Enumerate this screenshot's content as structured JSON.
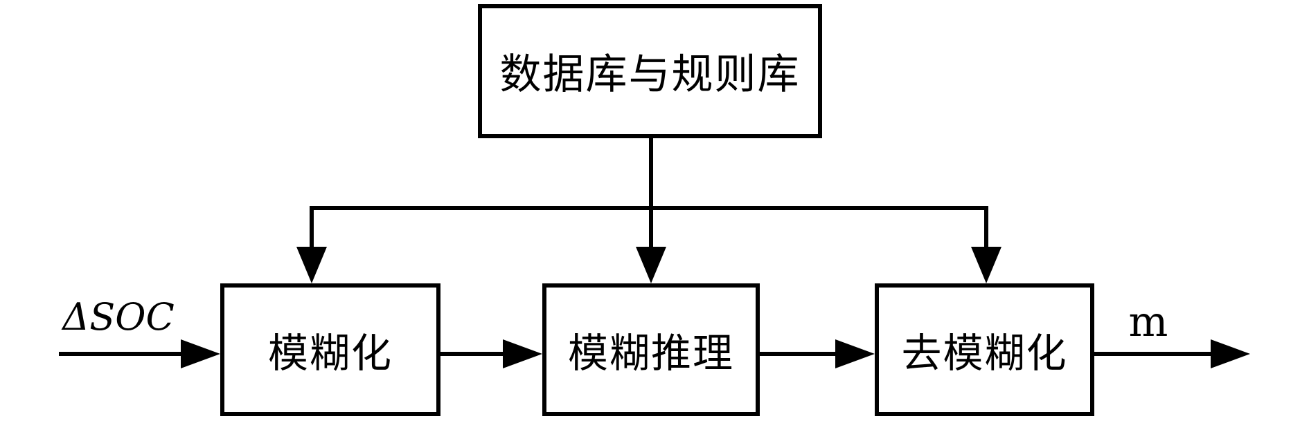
{
  "diagram": {
    "top_box": {
      "label": "数据库与规则库"
    },
    "process_boxes": [
      {
        "label": "模糊化"
      },
      {
        "label": "模糊推理"
      },
      {
        "label": "去模糊化"
      }
    ],
    "input_label": "ΔSOC",
    "output_label": "m",
    "colors": {
      "line": "#000000",
      "background": "#ffffff",
      "box_fill": "#ffffff"
    }
  }
}
